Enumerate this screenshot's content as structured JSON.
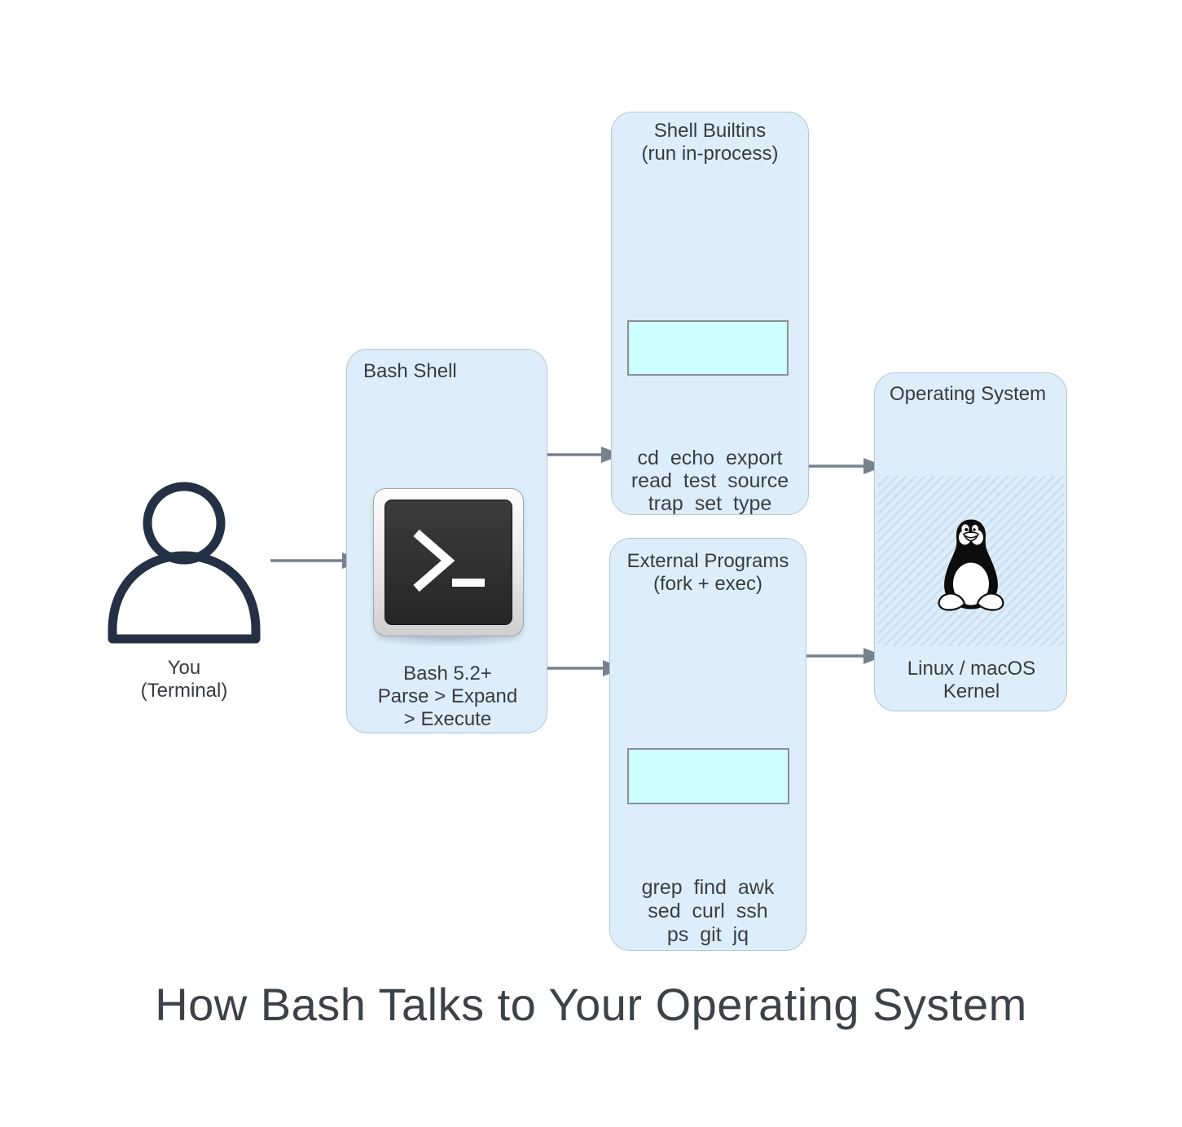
{
  "title": "How Bash Talks to Your Operating System",
  "nodes": {
    "user": {
      "name_line": "You",
      "sub_line": "(Terminal)"
    },
    "bash_shell": {
      "header": "Bash Shell",
      "version_line": "Bash 5.2+",
      "pipeline_line1": "Parse > Expand",
      "pipeline_line2": "> Execute"
    },
    "shell_builtins": {
      "header_line1": "Shell Builtins",
      "header_line2": "(run in-process)",
      "commands_line1": "cd echo export",
      "commands_line2": "read test source",
      "commands_line3": "trap set type"
    },
    "external_programs": {
      "header_line1": "External Programs",
      "header_line2": "(fork + exec)",
      "commands_line1": "grep find awk",
      "commands_line2": "sed curl ssh",
      "commands_line3": "ps git jq"
    },
    "operating_system": {
      "header": "Operating System",
      "label_line1": "Linux / macOS",
      "label_line2": "Kernel"
    }
  },
  "icons": {
    "user_icon": "person-outline-icon",
    "bash_icon": "terminal-prompt-icon",
    "os_icon": "tux-penguin-icon"
  },
  "colors": {
    "node_fill": "#ddeefa",
    "node_border": "#b3c6d4",
    "highlight_fill": "#ccfeff",
    "highlight_border": "#8a9094",
    "arrow": "#76838f",
    "text": "#363b40",
    "person_icon": "#243145",
    "title_text": "#3c4248"
  }
}
